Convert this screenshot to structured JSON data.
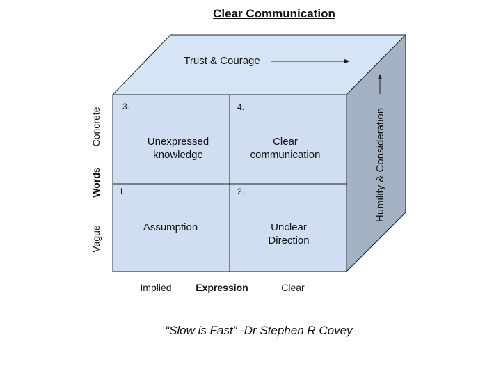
{
  "title": "Clear Communication",
  "top_label": "Trust & Courage",
  "side_label": "Humility & Consideration",
  "y_axis": {
    "title": "Words",
    "top": "Concrete",
    "bottom": "Vague"
  },
  "x_axis": {
    "title": "Expression",
    "left": "Implied",
    "right": "Clear"
  },
  "quadrants": [
    {
      "number": "3.",
      "lines": [
        "Unexpressed",
        "knowledge"
      ]
    },
    {
      "number": "4.",
      "lines": [
        "Clear",
        "communication"
      ]
    },
    {
      "number": "1.",
      "lines": [
        "Assumption"
      ]
    },
    {
      "number": "2.",
      "lines": [
        "Unclear",
        "Direction"
      ]
    }
  ],
  "quote": "“Slow is Fast”  -Dr Stephen R Covey",
  "colors": {
    "front": "#cfdff1",
    "top": "#d6e5f6",
    "side": "#a4b3c3",
    "stroke": "#222222"
  }
}
